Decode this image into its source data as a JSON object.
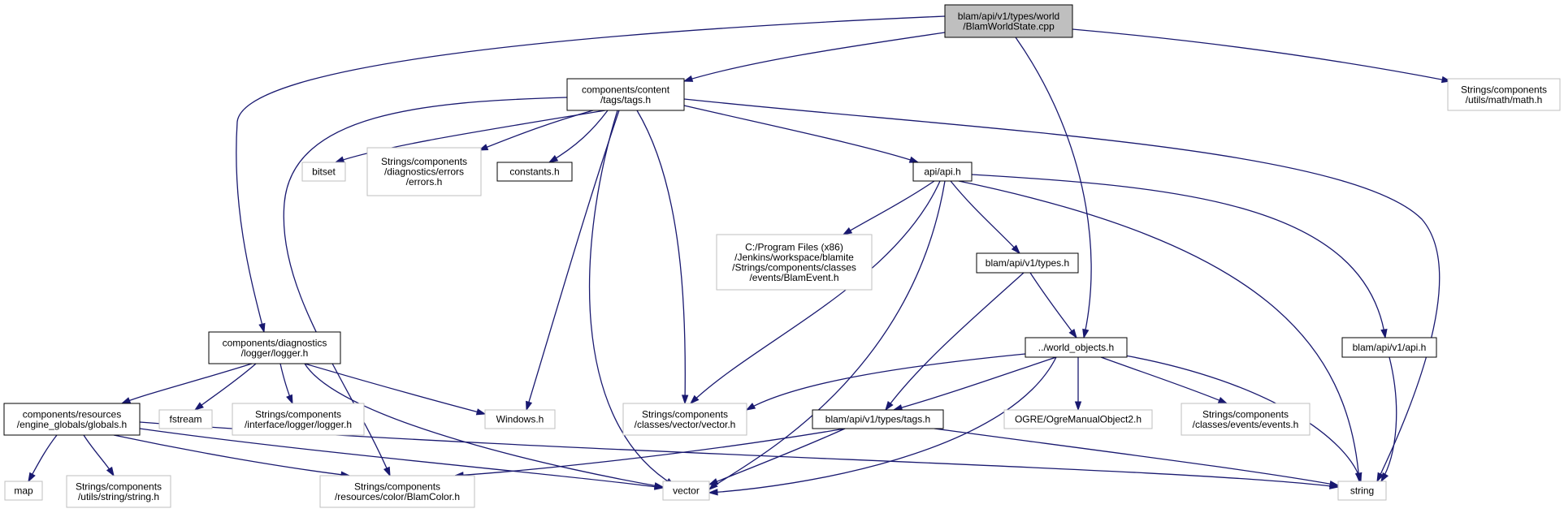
{
  "colors": {
    "edge": "#191970",
    "root_fill": "#bfbfbf",
    "external_border": "#bfbfbf",
    "internal_border": "#000000"
  },
  "nodes": {
    "root": {
      "lines": [
        "blam/api/v1/types/world",
        "/BlamWorldState.cpp"
      ],
      "kind": "root"
    },
    "tags_h": {
      "lines": [
        "components/content",
        "/tags/tags.h"
      ],
      "kind": "internal"
    },
    "math_h": {
      "lines": [
        "Strings/components",
        "/utils/math/math.h"
      ],
      "kind": "external"
    },
    "bitset": {
      "lines": [
        "bitset"
      ],
      "kind": "external"
    },
    "errors_h": {
      "lines": [
        "Strings/components",
        "/diagnostics/errors",
        "/errors.h"
      ],
      "kind": "external"
    },
    "constants_h": {
      "lines": [
        "constants.h"
      ],
      "kind": "internal"
    },
    "api_h": {
      "lines": [
        "api/api.h"
      ],
      "kind": "internal"
    },
    "blamevent_h": {
      "lines": [
        "C:/Program Files (x86)",
        "/Jenkins/workspace/blamite",
        "/Strings/components/classes",
        "/events/BlamEvent.h"
      ],
      "kind": "external"
    },
    "types_h": {
      "lines": [
        "blam/api/v1/types.h"
      ],
      "kind": "internal"
    },
    "logger_h": {
      "lines": [
        "components/diagnostics",
        "/logger/logger.h"
      ],
      "kind": "internal"
    },
    "world_objects_h": {
      "lines": [
        "../world_objects.h"
      ],
      "kind": "internal"
    },
    "v1_api_h": {
      "lines": [
        "blam/api/v1/api.h"
      ],
      "kind": "internal"
    },
    "globals_h": {
      "lines": [
        "components/resources",
        "/engine_globals/globals.h"
      ],
      "kind": "internal"
    },
    "fstream": {
      "lines": [
        "fstream"
      ],
      "kind": "external"
    },
    "iface_logger_h": {
      "lines": [
        "Strings/components",
        "/interface/logger/logger.h"
      ],
      "kind": "external"
    },
    "windows_h": {
      "lines": [
        "Windows.h"
      ],
      "kind": "external"
    },
    "vector_h": {
      "lines": [
        "Strings/components",
        "/classes/vector/vector.h"
      ],
      "kind": "external"
    },
    "types_tags_h": {
      "lines": [
        "blam/api/v1/types/tags.h"
      ],
      "kind": "internal"
    },
    "ogre_h": {
      "lines": [
        "OGRE/OgreManualObject2.h"
      ],
      "kind": "external"
    },
    "events_h": {
      "lines": [
        "Strings/components",
        "/classes/events/events.h"
      ],
      "kind": "external"
    },
    "map": {
      "lines": [
        "map"
      ],
      "kind": "external"
    },
    "string_h": {
      "lines": [
        "Strings/components",
        "/utils/string/string.h"
      ],
      "kind": "external"
    },
    "blamcolor_h": {
      "lines": [
        "Strings/components",
        "/resources/color/BlamColor.h"
      ],
      "kind": "external"
    },
    "vector": {
      "lines": [
        "vector"
      ],
      "kind": "external"
    },
    "string": {
      "lines": [
        "string"
      ],
      "kind": "external"
    }
  },
  "edges": [
    [
      "root",
      "tags_h"
    ],
    [
      "root",
      "math_h"
    ],
    [
      "root",
      "logger_h"
    ],
    [
      "root",
      "world_objects_h"
    ],
    [
      "tags_h",
      "bitset"
    ],
    [
      "tags_h",
      "errors_h"
    ],
    [
      "tags_h",
      "constants_h"
    ],
    [
      "tags_h",
      "api_h"
    ],
    [
      "tags_h",
      "windows_h"
    ],
    [
      "tags_h",
      "vector_h"
    ],
    [
      "tags_h",
      "blamcolor_h"
    ],
    [
      "tags_h",
      "vector"
    ],
    [
      "tags_h",
      "string"
    ],
    [
      "api_h",
      "blamevent_h"
    ],
    [
      "api_h",
      "types_h"
    ],
    [
      "api_h",
      "v1_api_h"
    ],
    [
      "api_h",
      "vector_h"
    ],
    [
      "api_h",
      "vector"
    ],
    [
      "api_h",
      "string"
    ],
    [
      "types_h",
      "world_objects_h"
    ],
    [
      "types_h",
      "types_tags_h"
    ],
    [
      "world_objects_h",
      "vector_h"
    ],
    [
      "world_objects_h",
      "types_tags_h"
    ],
    [
      "world_objects_h",
      "ogre_h"
    ],
    [
      "world_objects_h",
      "events_h"
    ],
    [
      "world_objects_h",
      "string"
    ],
    [
      "world_objects_h",
      "vector"
    ],
    [
      "v1_api_h",
      "string"
    ],
    [
      "logger_h",
      "globals_h"
    ],
    [
      "logger_h",
      "fstream"
    ],
    [
      "logger_h",
      "iface_logger_h"
    ],
    [
      "logger_h",
      "windows_h"
    ],
    [
      "logger_h",
      "vector"
    ],
    [
      "globals_h",
      "map"
    ],
    [
      "globals_h",
      "string_h"
    ],
    [
      "globals_h",
      "blamcolor_h"
    ],
    [
      "globals_h",
      "vector"
    ],
    [
      "globals_h",
      "string"
    ],
    [
      "types_tags_h",
      "blamcolor_h"
    ],
    [
      "types_tags_h",
      "vector"
    ],
    [
      "types_tags_h",
      "string"
    ]
  ]
}
